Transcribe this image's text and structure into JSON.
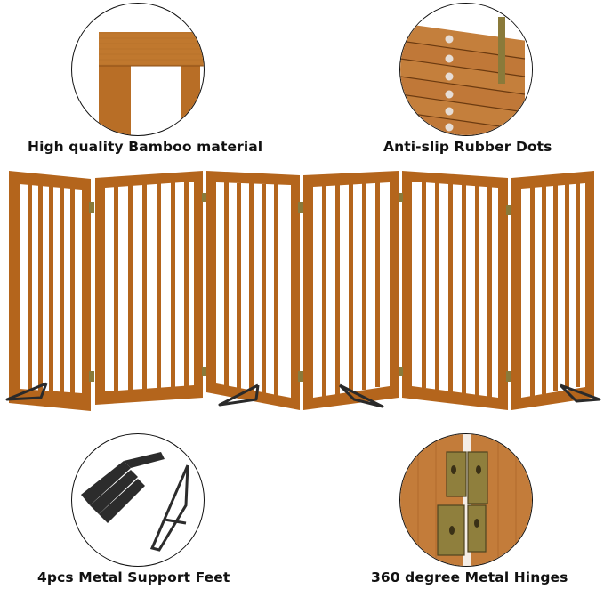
{
  "product": {
    "type": "folding pet gate",
    "panels": 6,
    "wood_color": "#b4651c",
    "frame_dark": "#8f4d14",
    "hinge_color": "#8a7a3a",
    "feet_color": "#2a2a2a"
  },
  "features": [
    {
      "id": "bamboo",
      "label": "High quality Bamboo material",
      "position": "top-left"
    },
    {
      "id": "rubber-dots",
      "label": "Anti-slip Rubber Dots",
      "position": "top-right"
    },
    {
      "id": "support-feet",
      "label": "4pcs Metal Support Feet",
      "position": "bottom-left"
    },
    {
      "id": "hinges",
      "label": "360 degree Metal Hinges",
      "position": "bottom-right"
    }
  ]
}
